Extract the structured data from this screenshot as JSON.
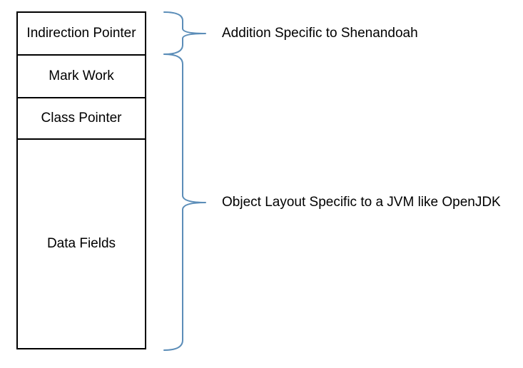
{
  "diagram": {
    "stack_cells": [
      {
        "label": "Indirection Pointer"
      },
      {
        "label": "Mark Work"
      },
      {
        "label": "Class Pointer"
      },
      {
        "label": "Data Fields"
      }
    ],
    "braces": [
      {
        "label": "Addition Specific to Shenandoah"
      },
      {
        "label": "Object Layout Specific to a JVM like OpenJDK"
      }
    ],
    "colors": {
      "box_border": "#000000",
      "brace": "#5b8db8",
      "text": "#000000"
    }
  }
}
